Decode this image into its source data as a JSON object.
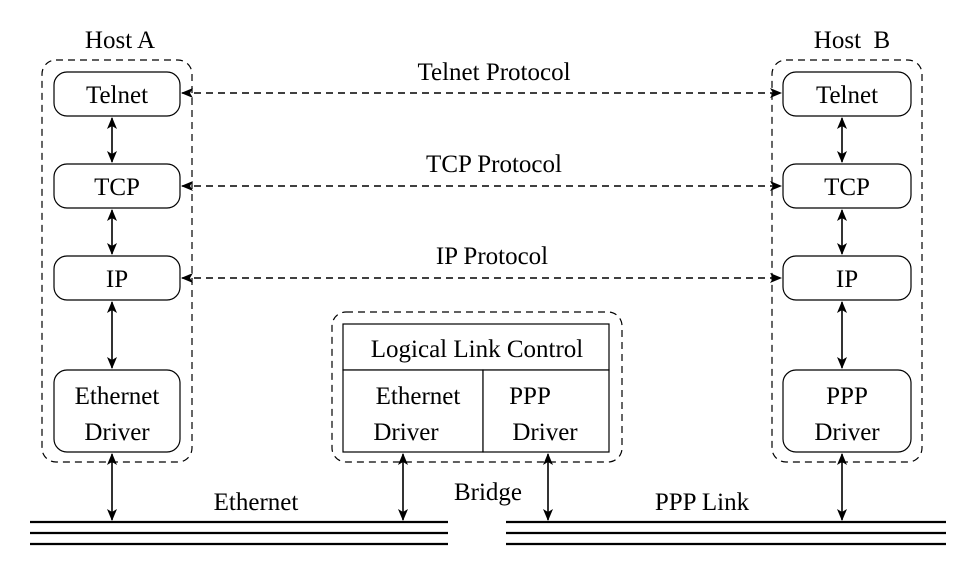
{
  "host_a": {
    "title": "Host A",
    "layers": [
      "Telnet",
      "TCP",
      "IP"
    ],
    "driver": [
      "Ethernet",
      "Driver"
    ]
  },
  "host_b": {
    "title": "Host  B",
    "layers": [
      "Telnet",
      "TCP",
      "IP"
    ],
    "driver": [
      "PPP",
      "Driver"
    ]
  },
  "protocols": {
    "telnet": "Telnet Protocol",
    "tcp": "TCP Protocol",
    "ip": "IP Protocol"
  },
  "bridge": {
    "title": "Bridge",
    "llc": "Logical Link Control",
    "ethernet_driver": [
      "Ethernet",
      "Driver"
    ],
    "ppp_driver": [
      "PPP",
      "Driver"
    ]
  },
  "networks": {
    "ethernet": "Ethernet",
    "ppp": "PPP Link"
  },
  "colors": {
    "line": "#000000",
    "background": "#ffffff"
  }
}
